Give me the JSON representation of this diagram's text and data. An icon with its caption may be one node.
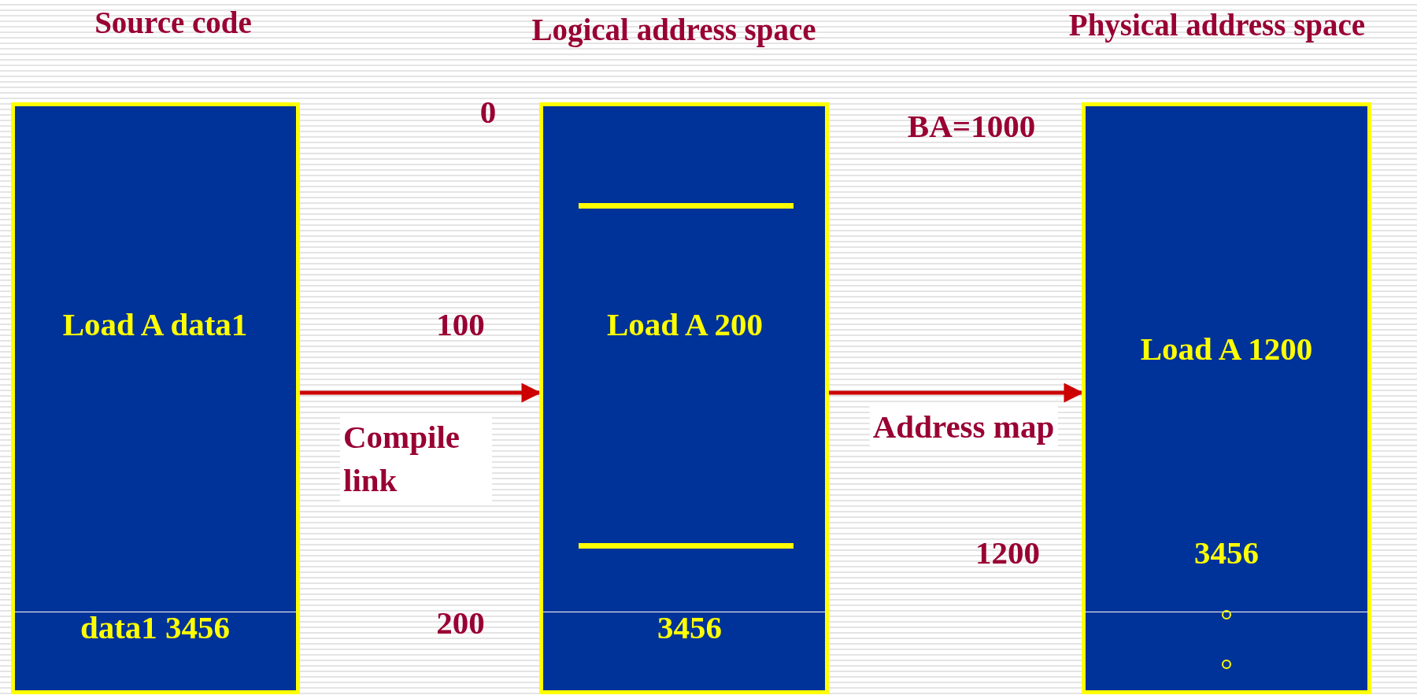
{
  "diagram": {
    "nodes": [
      {
        "text": [
          "Source code",
          "Load A data1",
          "data1 3456"
        ]
      },
      {
        "text": [
          "Logical address space",
          "Load A 200",
          "3456"
        ]
      },
      {
        "text": [
          "Physical address space",
          "Load A 1200",
          "3456"
        ]
      }
    ],
    "edges": [
      {
        "from": 0,
        "to": 1,
        "arrow": "to",
        "label": "Compile link"
      },
      {
        "from": 1,
        "to": 2,
        "arrow": "to",
        "label": "Address map"
      }
    ],
    "labels": [
      "0",
      "BA=1000",
      "100",
      "1200",
      "200"
    ]
  }
}
